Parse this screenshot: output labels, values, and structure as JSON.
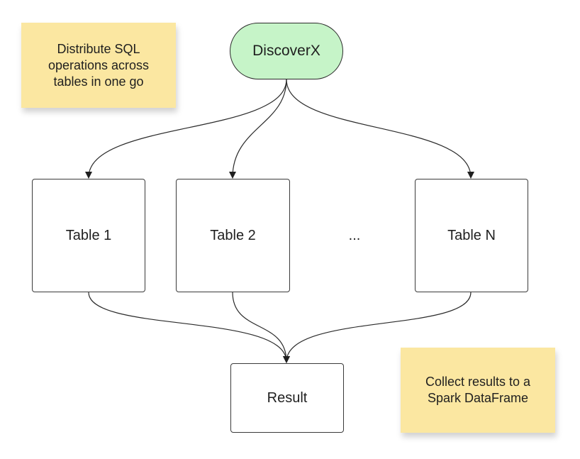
{
  "nodes": {
    "source": "DiscoverX",
    "table_1": "Table 1",
    "table_2": "Table 2",
    "ellipsis": "...",
    "table_n": "Table N",
    "result": "Result"
  },
  "notes": {
    "top": "Distribute SQL\noperations across\ntables in one go",
    "bottom": "Collect results to a\nSpark DataFrame"
  },
  "colors": {
    "source_fill": "#c6f4c8",
    "sticky_fill": "#fbe7a1",
    "stroke": "#2b2b2b"
  }
}
